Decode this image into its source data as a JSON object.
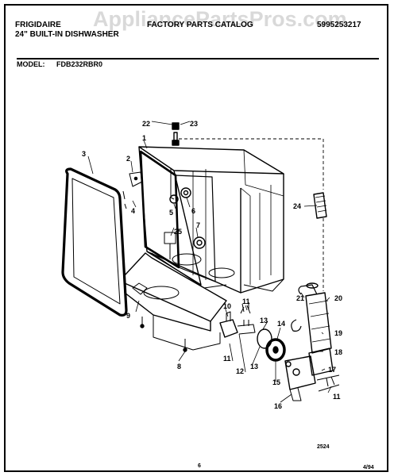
{
  "header": {
    "brand": "FRIGIDAIRE",
    "product": "24\" BUILT-IN DISHWASHER",
    "catalog": "FACTORY PARTS CATALOG",
    "catalog_number": "5995253217"
  },
  "watermark": "AppliancePartsPros.com",
  "model": {
    "label": "MODEL:",
    "value": "FDB232RBR0"
  },
  "callouts": [
    "1",
    "2",
    "3",
    "4",
    "5",
    "6",
    "7",
    "8",
    "9",
    "10",
    "11",
    "11",
    "11",
    "12",
    "13",
    "13",
    "14",
    "15",
    "16",
    "17",
    "18",
    "19",
    "20",
    "21",
    "22",
    "23",
    "24",
    "25"
  ],
  "footer": {
    "drawing_number": "2524",
    "page_number": "6",
    "date": "4/94"
  }
}
